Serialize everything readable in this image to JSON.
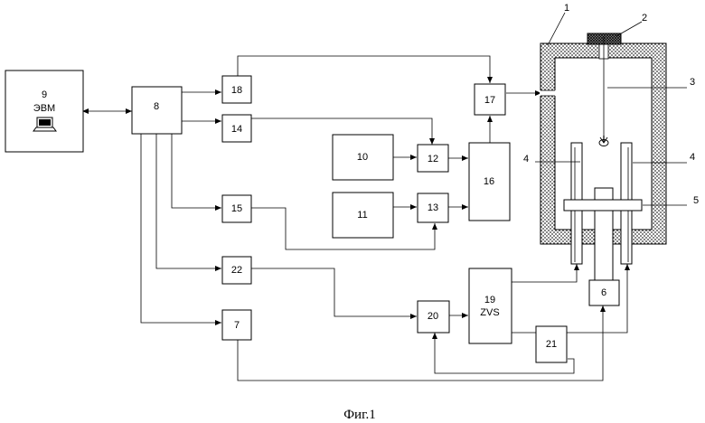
{
  "blocks": {
    "b1": "1",
    "b2": "2",
    "b3": "3",
    "b4a": "4",
    "b4b": "4",
    "b5": "5",
    "b6": "6",
    "b7": "7",
    "b8": "8",
    "b9": "9",
    "b9_sub": "ЭВМ",
    "b10": "10",
    "b11": "11",
    "b12": "12",
    "b13": "13",
    "b14": "14",
    "b15": "15",
    "b16": "16",
    "b17": "17",
    "b18": "18",
    "b19": "19",
    "b19_sub": "ZVS",
    "b20": "20",
    "b21": "21",
    "b22": "22"
  },
  "caption": "Фиг.1"
}
